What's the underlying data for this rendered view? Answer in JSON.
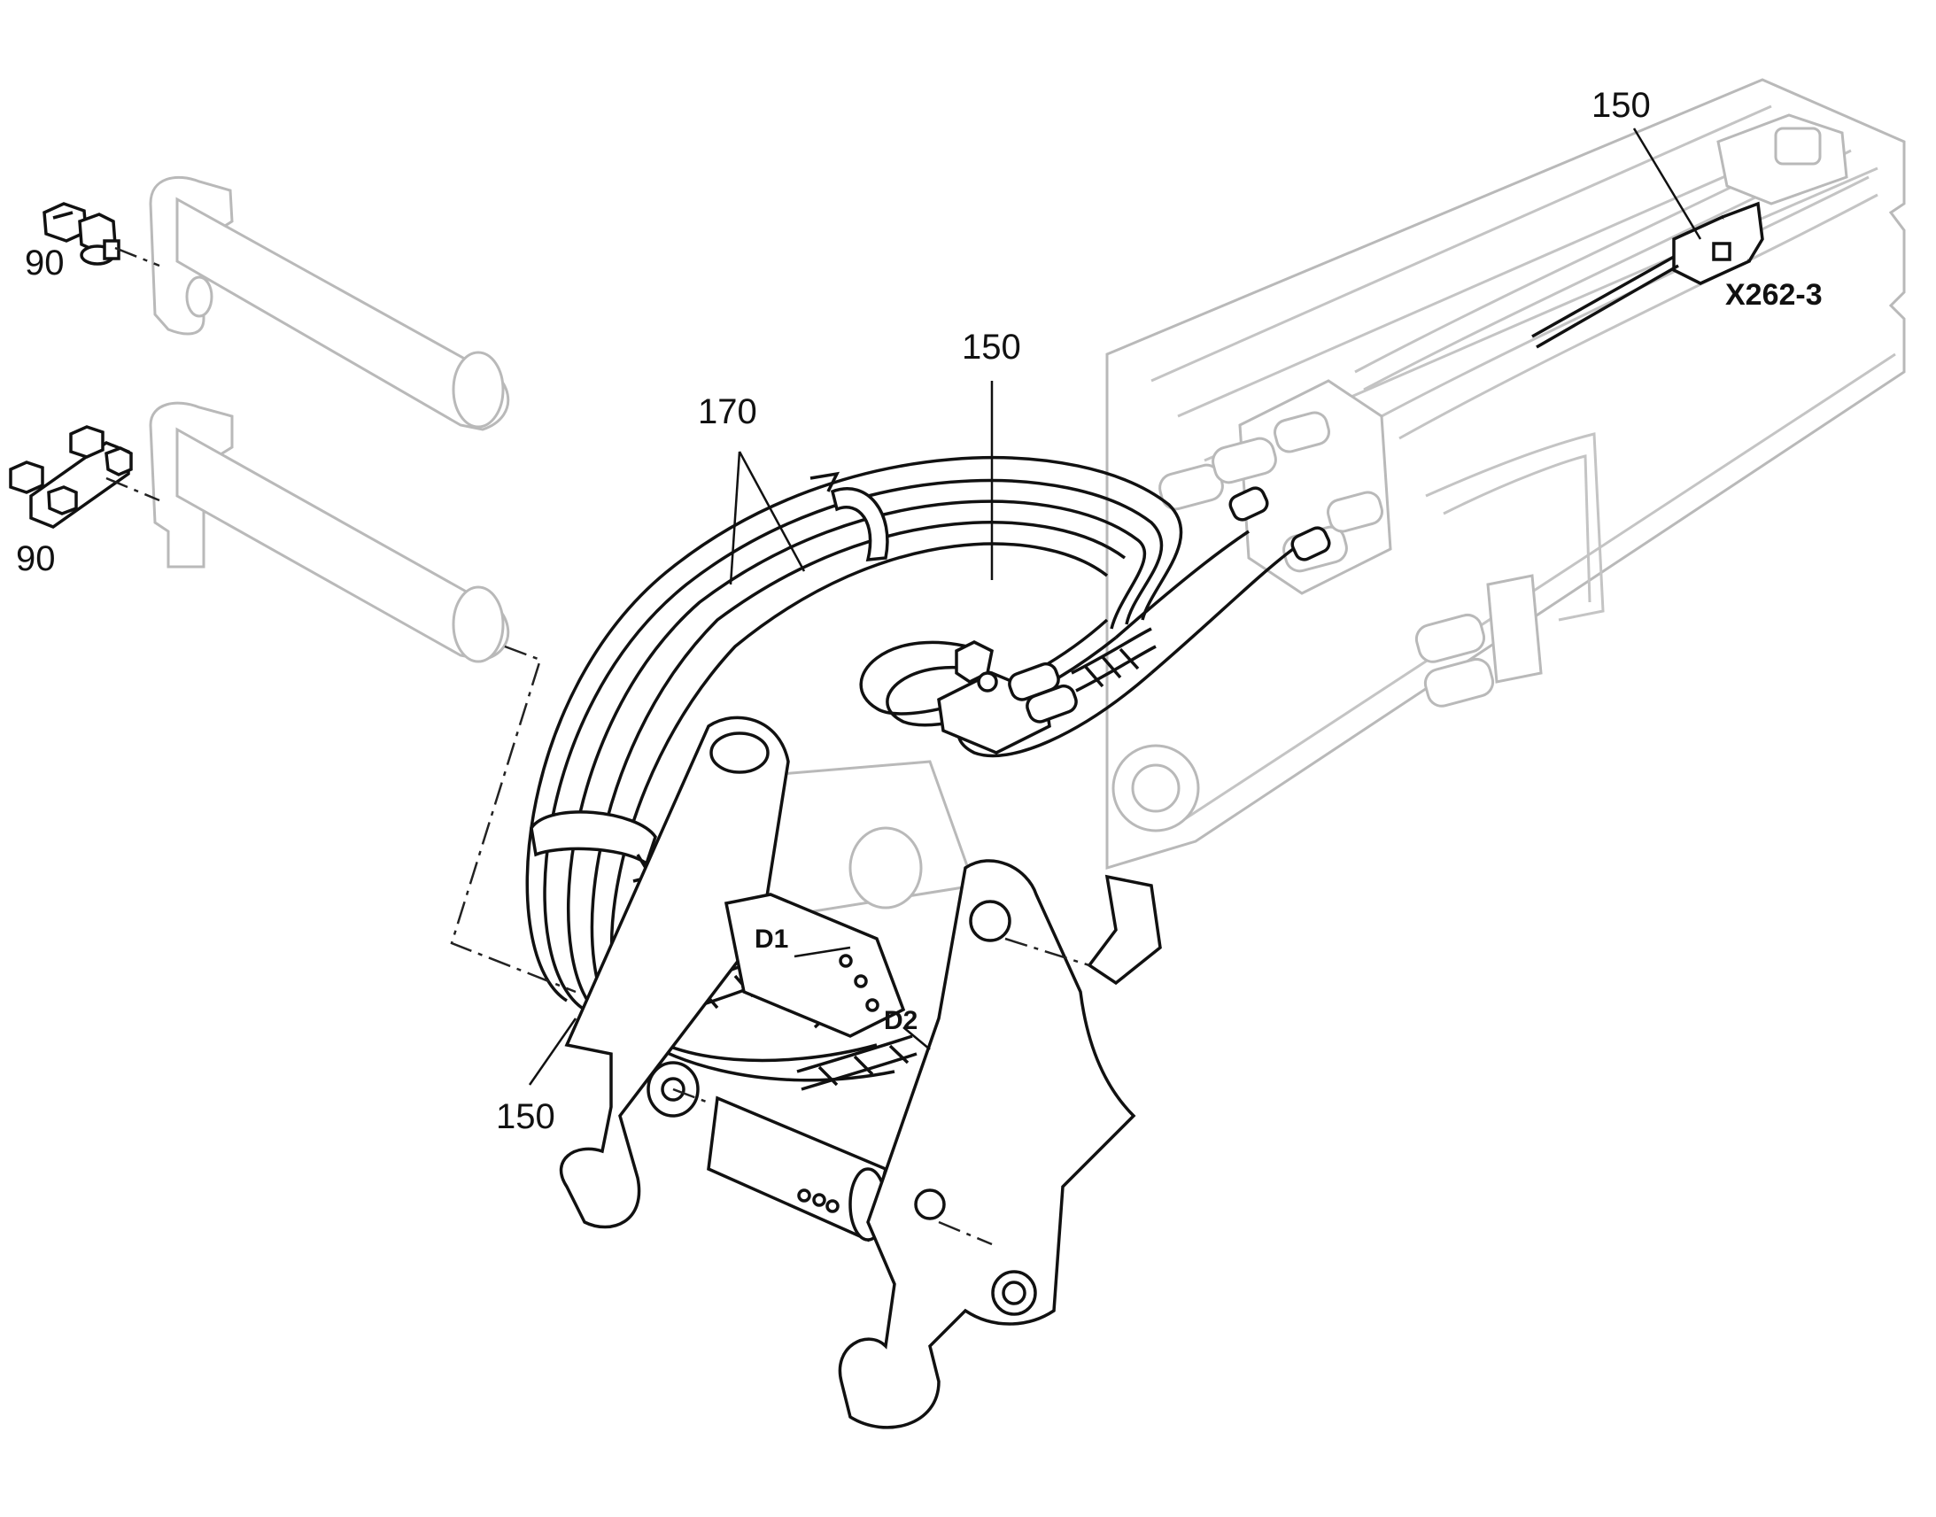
{
  "callouts": {
    "bolt_top": "90",
    "bolt_bottom": "90",
    "hose_tie": "170",
    "hose_center": "150",
    "hose_top_right": "150",
    "hose_bottom": "150",
    "connector": "X262-3",
    "port_d1": "D1",
    "port_d2": "D2"
  }
}
